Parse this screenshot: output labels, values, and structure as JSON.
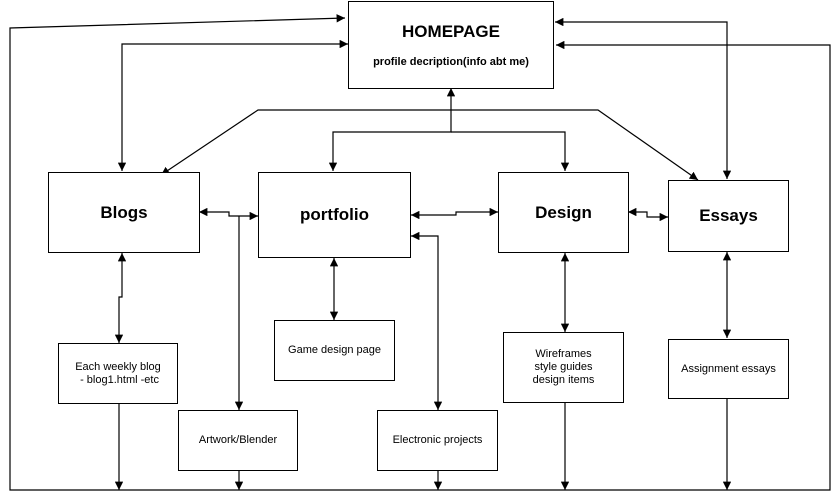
{
  "nodes": {
    "homepage": {
      "title": "HOMEPAGE",
      "subtitle": "profile decription(info abt me)"
    },
    "blogs": {
      "title": "Blogs"
    },
    "portfolio": {
      "title": "portfolio"
    },
    "design": {
      "title": "Design"
    },
    "essays": {
      "title": "Essays"
    },
    "weekly_blog": {
      "lines": [
        "Each weekly blog",
        " - blog1.html -etc"
      ]
    },
    "game_design": {
      "title": "Game design page"
    },
    "wireframes": {
      "lines": [
        "Wireframes",
        "style guides",
        "design items"
      ]
    },
    "assignment_essays": {
      "title": "Assignment essays"
    },
    "artwork": {
      "title": "Artwork/Blender"
    },
    "electronic": {
      "title": "Electronic projects"
    }
  },
  "colors": {
    "stroke": "#000000",
    "fill": "#ffffff"
  }
}
